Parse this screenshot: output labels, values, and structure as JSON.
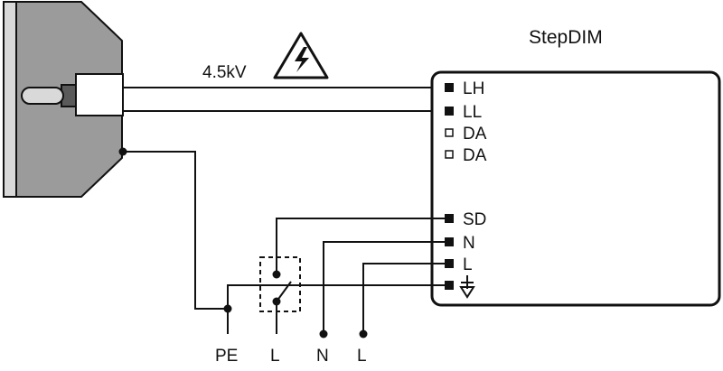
{
  "device": {
    "name": "StepDIM",
    "terminals": [
      "LH",
      "LL",
      "DA",
      "DA",
      "SD",
      "N",
      "L"
    ]
  },
  "voltage_label": "4.5kV",
  "warning_icon": "high-voltage-warning-icon",
  "bottom_labels": [
    "PE",
    "L",
    "N",
    "L"
  ],
  "earth_icon": "earth-ground-icon",
  "lamp_icon": "discharge-lamp-reflector-icon",
  "colors": {
    "line": "#111111",
    "lamp_fill": "#9b9b9b",
    "lamp_light": "#d9d9d9"
  }
}
